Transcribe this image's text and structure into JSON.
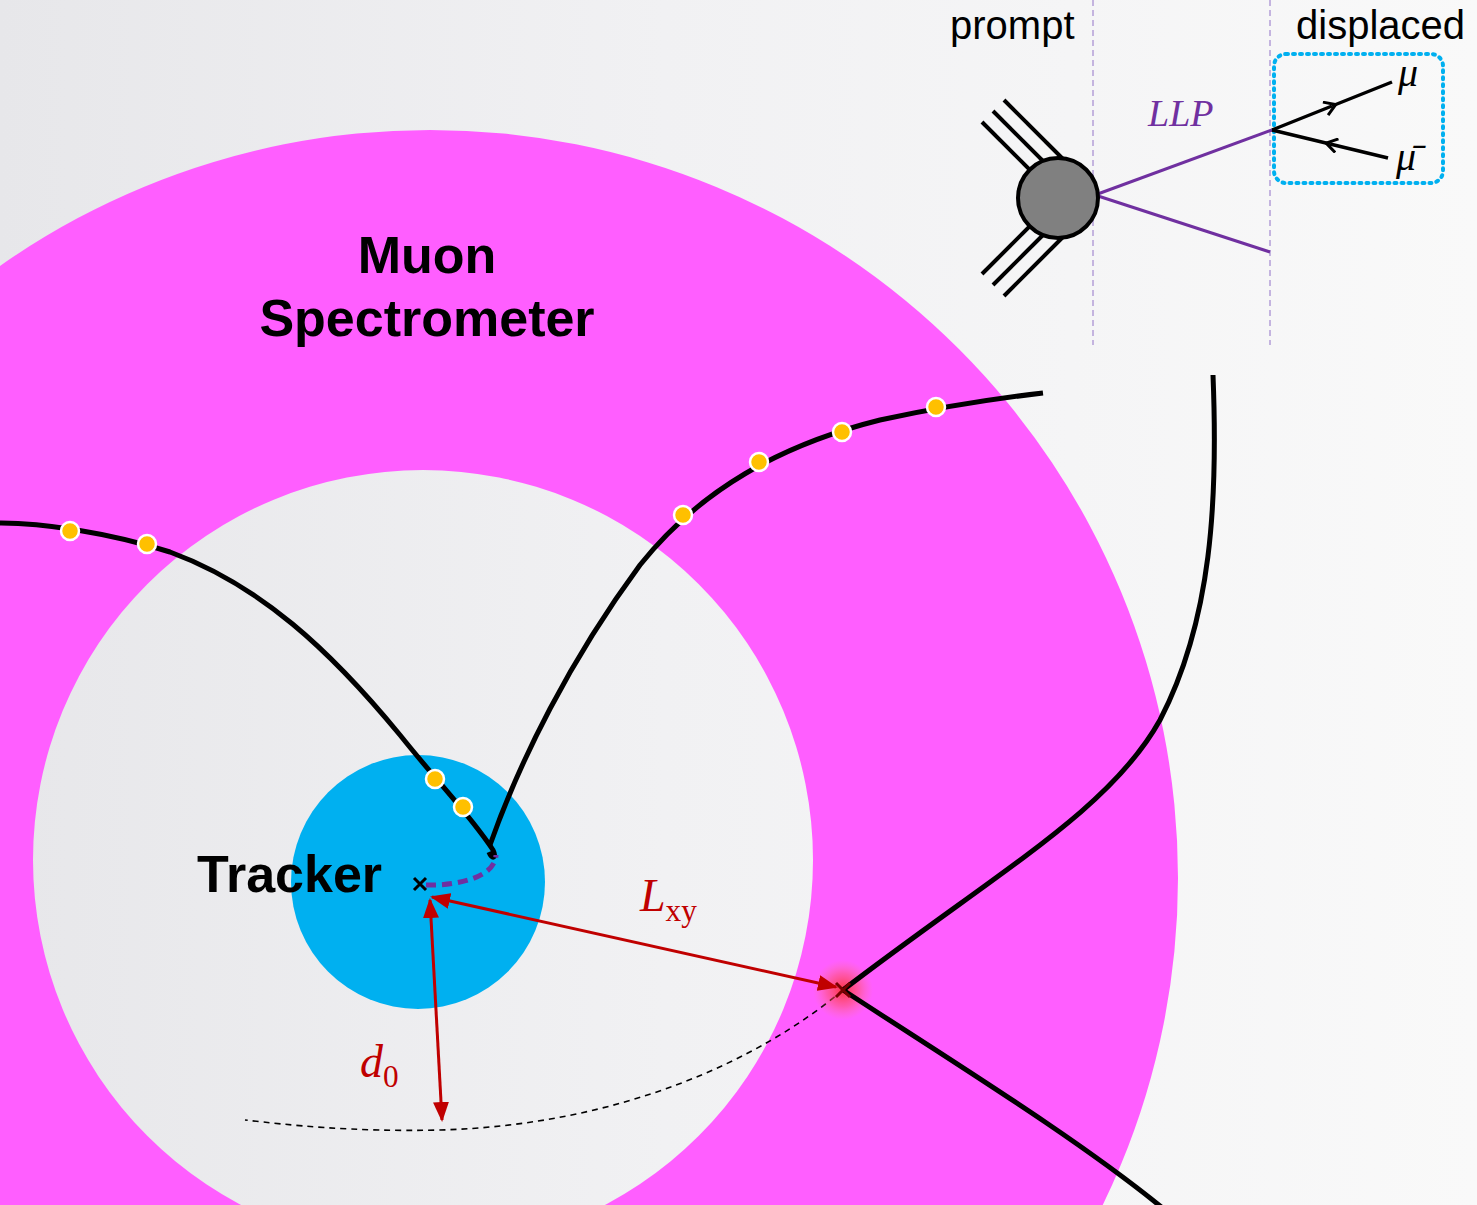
{
  "diagram": {
    "nodes": [
      {
        "text": [
          "Muon Spectrometer"
        ]
      },
      {
        "text": [
          "Tracker"
        ]
      },
      {
        "text": [
          "μ",
          "μ̄"
        ]
      }
    ],
    "labels": [
      "prompt",
      "displaced",
      "LLP",
      "Lxy",
      "d0"
    ]
  }
}
